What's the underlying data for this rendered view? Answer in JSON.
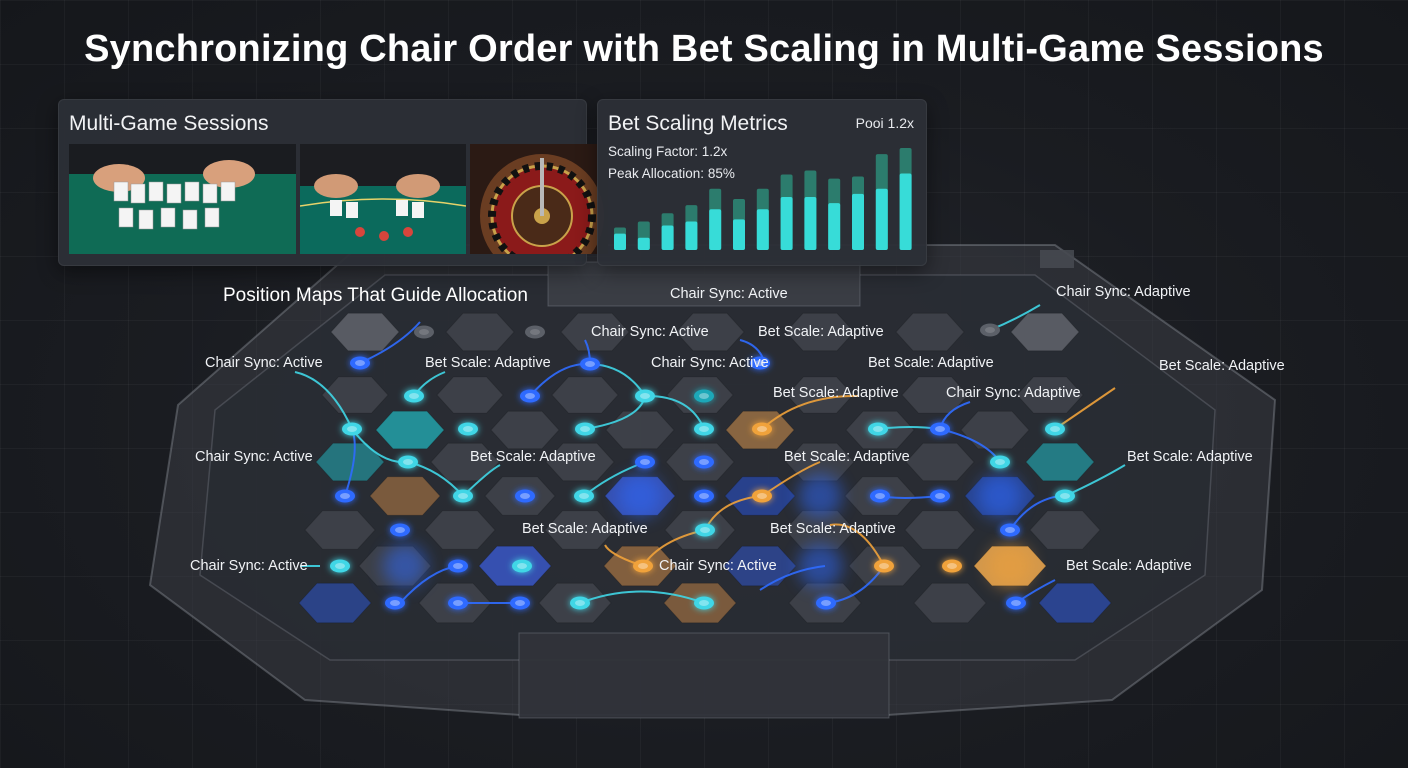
{
  "title": "Synchronizing Chair Order with Bet Scaling in Multi-Game Sessions",
  "sessions_panel": {
    "title": "Multi-Game Sessions",
    "images": [
      "poker-table-photo",
      "blackjack-table-photo",
      "roulette-wheel-photo"
    ]
  },
  "metrics_panel": {
    "title": "Bet Scaling Metrics",
    "peak_tag": "Pooi 1.2x",
    "scaling_factor": "Scaling Factor: 1.2x",
    "peak_allocation": "Peak Allocation: 85%",
    "bars": [
      {
        "back": 0.22,
        "front": 0.16
      },
      {
        "back": 0.28,
        "front": 0.12
      },
      {
        "back": 0.36,
        "front": 0.24
      },
      {
        "back": 0.44,
        "front": 0.28
      },
      {
        "back": 0.6,
        "front": 0.4
      },
      {
        "back": 0.5,
        "front": 0.3
      },
      {
        "back": 0.6,
        "front": 0.4
      },
      {
        "back": 0.74,
        "front": 0.52
      },
      {
        "back": 0.78,
        "front": 0.52
      },
      {
        "back": 0.7,
        "front": 0.46
      },
      {
        "back": 0.72,
        "front": 0.55
      },
      {
        "back": 0.94,
        "front": 0.6
      },
      {
        "back": 1.0,
        "front": 0.75
      }
    ]
  },
  "map": {
    "heading": "Position Maps That Guide Allocation",
    "labels": {
      "sync_active": "Chair Sync: Active",
      "sync_adaptive": "Chair Sync: Adaptive",
      "scale_adaptive": "Bet Scale: Adaptive"
    },
    "colors": {
      "cyan": "#3fd6e6",
      "blue": "#2f6bff",
      "orange": "#f0a23a",
      "teal": "#1fa8b8"
    }
  }
}
